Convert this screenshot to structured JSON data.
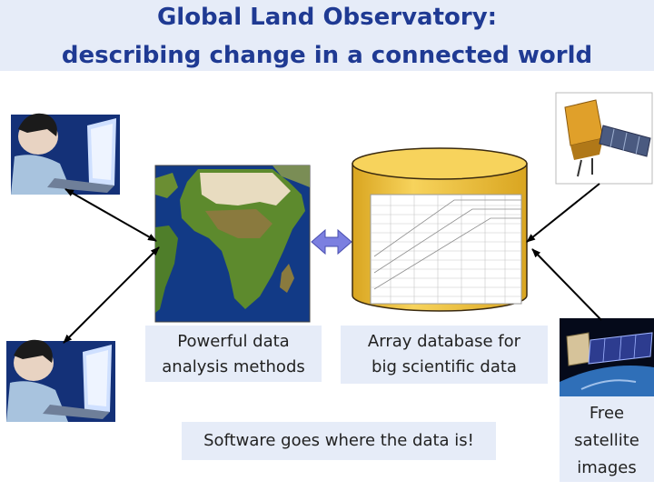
{
  "title": {
    "line1": "Global Land Observatory:",
    "line2": "describing change in a connected world"
  },
  "labels": {
    "analysis": [
      "Powerful data",
      "analysis methods"
    ],
    "database": [
      "Array database for",
      "big scientific data"
    ],
    "software": "Software goes where the data is!",
    "satellite": [
      "Free",
      "satellite",
      "images"
    ]
  },
  "colors": {
    "title": "#1f3a93",
    "label_bg": "#e6ecf8",
    "cylinder": "#f7d35c",
    "cylinder_edge": "#3a2a10",
    "double_arrow": "#7b7fe0",
    "ocean": "#123a86"
  },
  "icons": {
    "user_top": "user-at-laptop-icon",
    "user_bottom": "user-at-laptop-icon",
    "earth_map": "africa-world-map-icon",
    "database": "database-cylinder-icon",
    "satellite_top": "satellite-icon",
    "satellite_bottom": "satellite-with-earth-icon"
  }
}
